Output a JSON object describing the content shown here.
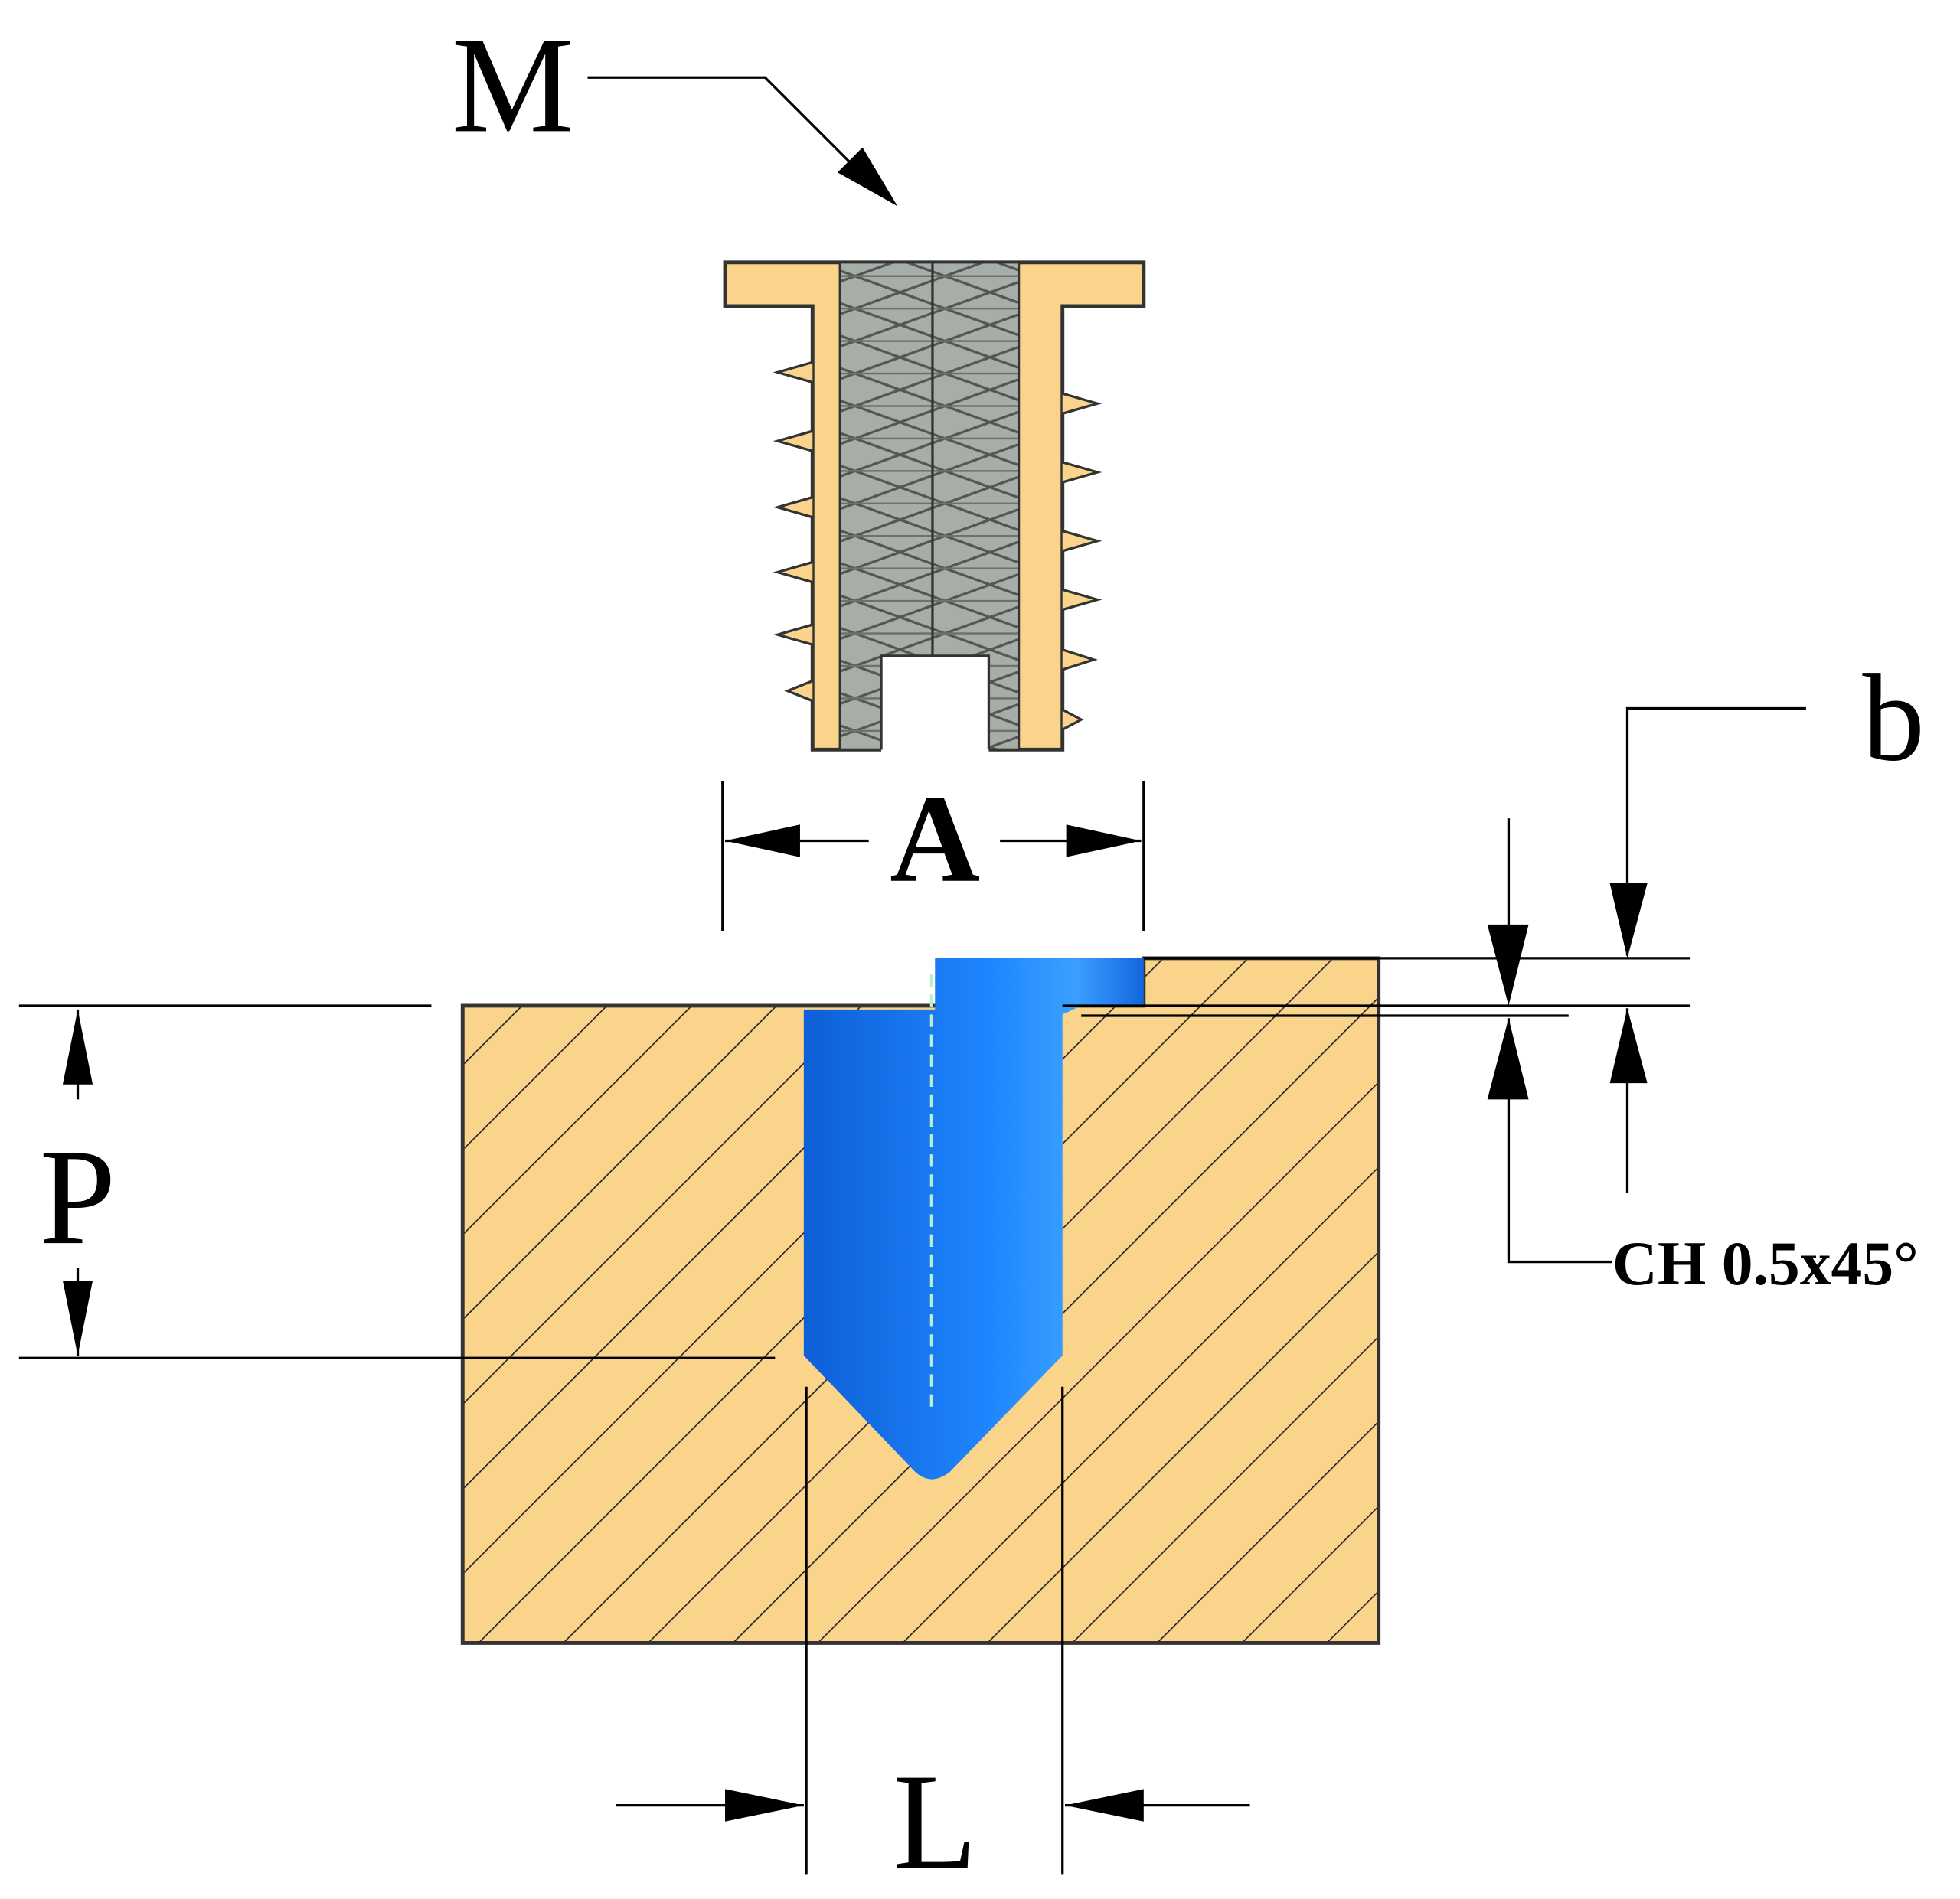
{
  "labels": {
    "insert": "M",
    "outer_diameter": "A",
    "hole_diameter": "L",
    "depth": "P",
    "counterbore": "b",
    "chamfer": "CH 0.5x45°"
  },
  "colors": {
    "brass": "#fbd48c",
    "thread": "#9aa39a",
    "hole": "#1a73e8",
    "line": "#000000"
  }
}
